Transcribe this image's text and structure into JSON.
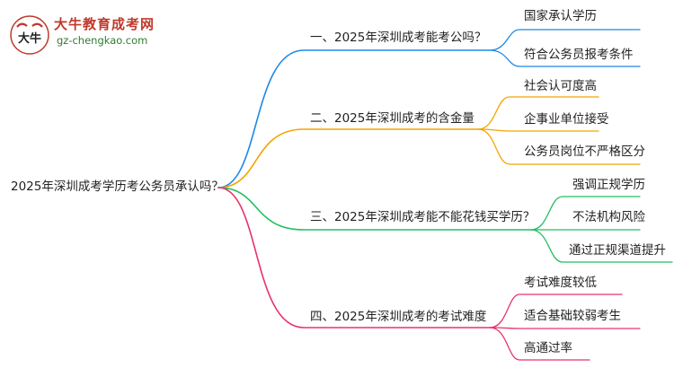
{
  "logo": {
    "title": "大牛教育成考网",
    "url": "gz-chengkao.com",
    "mark_text": "大牛"
  },
  "root": "2025年深圳成考学历考公务员承认吗？",
  "colors": {
    "branch1": "#1e88e5",
    "branch2": "#f4a300",
    "branch3": "#1fbf62",
    "branch4": "#e8336b"
  },
  "branches": [
    {
      "label": "一、2025年深圳成考能考公吗？",
      "leaves": [
        "国家承认学历",
        "符合公务员报考条件"
      ]
    },
    {
      "label": "二、2025年深圳成考的含金量",
      "leaves": [
        "社会认可度高",
        "企事业单位接受",
        "公务员岗位不严格区分"
      ]
    },
    {
      "label": "三、2025年深圳成考能不能花钱买学历？",
      "leaves": [
        "强调正规学历",
        "不法机构风险",
        "通过正规渠道提升"
      ]
    },
    {
      "label": "四、2025年深圳成考的考试难度",
      "leaves": [
        "考试难度较低",
        "适合基础较弱考生",
        "高通过率"
      ]
    }
  ]
}
